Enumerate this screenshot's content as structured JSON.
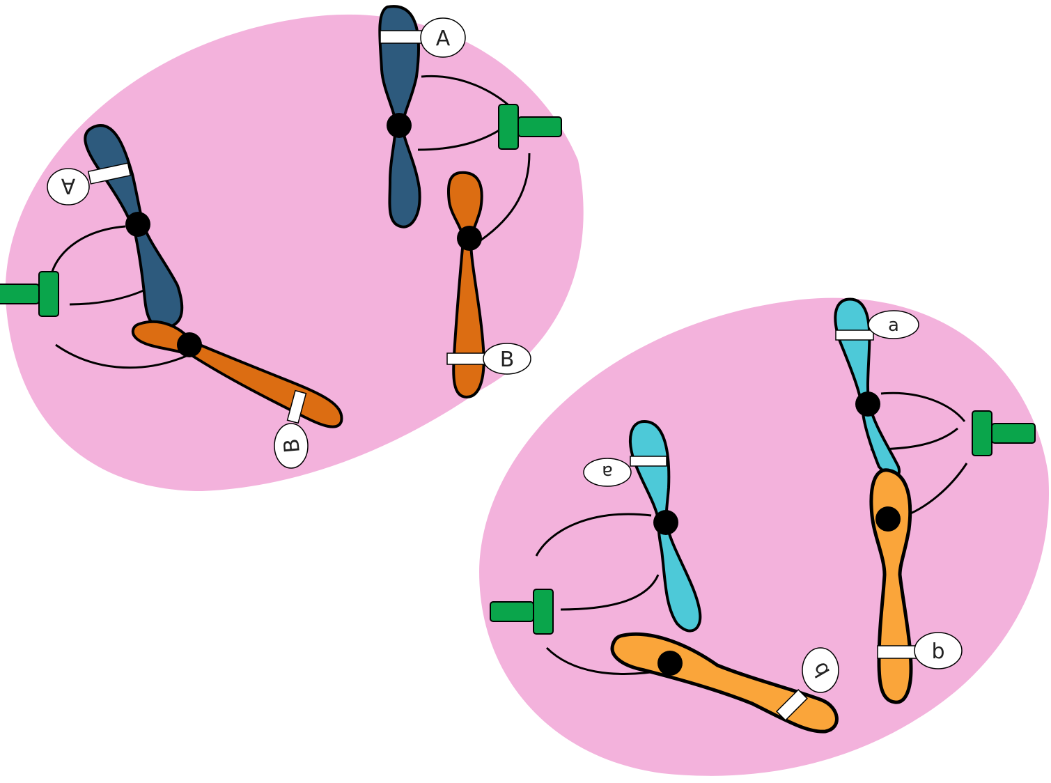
{
  "colors": {
    "cell": "#f3b2dc",
    "dark_blue": "#2d5a7d",
    "dark_orange": "#dc6d12",
    "light_blue": "#4dc9d8",
    "light_orange": "#faa53a",
    "spindle_pole": "#0aa54b",
    "tag": "#ffffff",
    "outline": "#000000"
  },
  "icons": [
    "centromere-dot",
    "spindle-pole-block",
    "allele-tag"
  ],
  "cell_top": {
    "labels": {
      "A_upright": "A",
      "A_rotated": "A",
      "B_upright": "B",
      "B_rotated": "B"
    }
  },
  "cell_bottom": {
    "labels": {
      "a_upright": "a",
      "a_rotated": "a",
      "b_upright": "b",
      "b_rotated": "b"
    }
  }
}
